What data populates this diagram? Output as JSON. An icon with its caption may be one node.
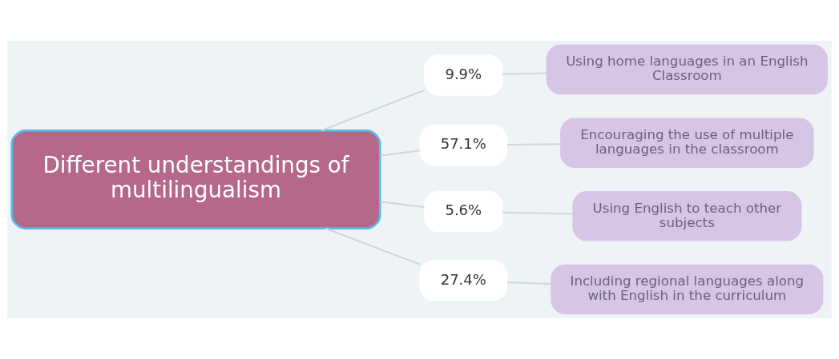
{
  "diagram": {
    "nodes": [
      {
        "text": [
          "Different understandings of multilingualism"
        ]
      },
      {
        "text": [
          "9.9%"
        ]
      },
      {
        "text": [
          "Using home languages in an English Classroom"
        ]
      },
      {
        "text": [
          "57.1%"
        ]
      },
      {
        "text": [
          "Encouraging the use of multiple languages in the classroom"
        ]
      },
      {
        "text": [
          "5.6%"
        ]
      },
      {
        "text": [
          "Using English to teach other subjects"
        ]
      },
      {
        "text": [
          "27.4%"
        ]
      },
      {
        "text": [
          "Including regional languages along with English in the curriculum"
        ]
      }
    ],
    "edges": [
      {
        "from": 0,
        "to": 1,
        "arrow": "none"
      },
      {
        "from": 1,
        "to": 2,
        "arrow": "none"
      },
      {
        "from": 0,
        "to": 3,
        "arrow": "none"
      },
      {
        "from": 3,
        "to": 4,
        "arrow": "none"
      },
      {
        "from": 0,
        "to": 5,
        "arrow": "none"
      },
      {
        "from": 5,
        "to": 6,
        "arrow": "none"
      },
      {
        "from": 0,
        "to": 7,
        "arrow": "none"
      },
      {
        "from": 7,
        "to": 8,
        "arrow": "none"
      }
    ]
  }
}
